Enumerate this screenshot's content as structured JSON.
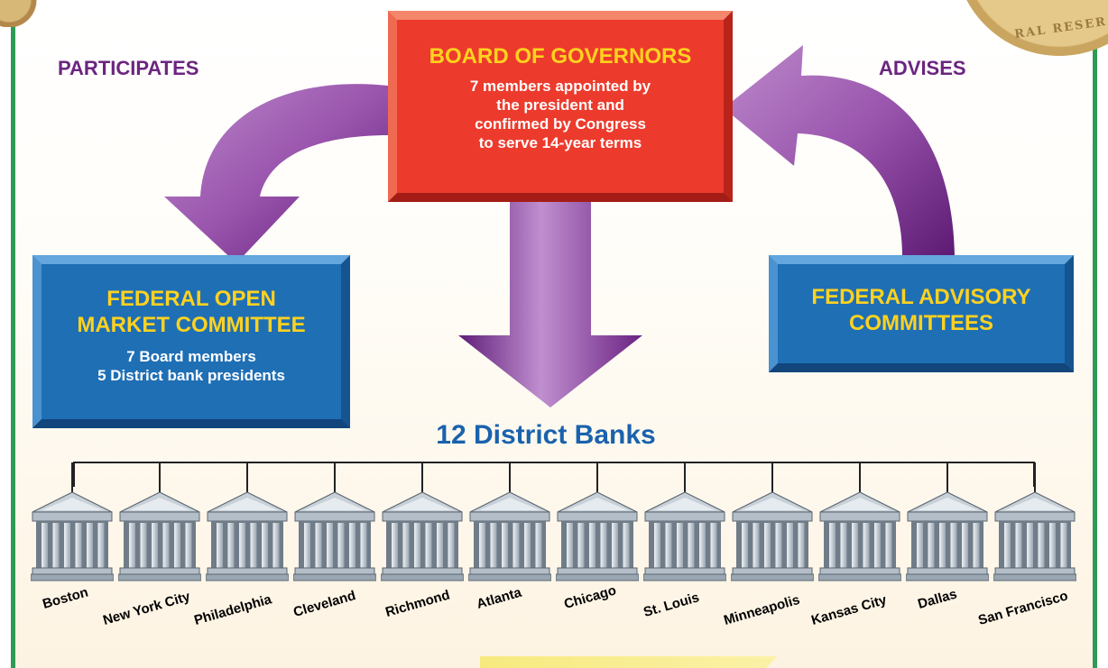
{
  "board": {
    "title": "BOARD OF GOVERNORS",
    "description_lines": [
      "7 members appointed by",
      "the president and",
      "confirmed by Congress",
      "to serve 14-year terms"
    ]
  },
  "arrows": {
    "left_label": "PARTICIPATES",
    "right_label": "ADVISES"
  },
  "fomc": {
    "title_lines": [
      "FEDERAL OPEN",
      "MARKET COMMITTEE"
    ],
    "members_lines": [
      "7 Board members",
      "5 District bank presidents"
    ]
  },
  "fac": {
    "title_lines": [
      "FEDERAL ADVISORY",
      "COMMITTEES"
    ]
  },
  "district_banks": {
    "title": "12 District Banks",
    "cities": [
      "Boston",
      "New York City",
      "Philadelphia",
      "Cleveland",
      "Richmond",
      "Atlanta",
      "Chicago",
      "St. Louis",
      "Minneapolis",
      "Kansas City",
      "Dallas",
      "San Francisco"
    ]
  },
  "colors": {
    "board_red": "#ec3b2c",
    "committee_blue": "#1f6fb5",
    "title_yellow": "#ffd21f",
    "arrow_purple": "#8e3fa0",
    "label_purple": "#6b2580",
    "frame_green": "#2f9a55",
    "banks_title_blue": "#1a62ad"
  },
  "icons": {
    "seal": "federal-reserve-seal-icon",
    "bank": "bank-building-icon"
  }
}
